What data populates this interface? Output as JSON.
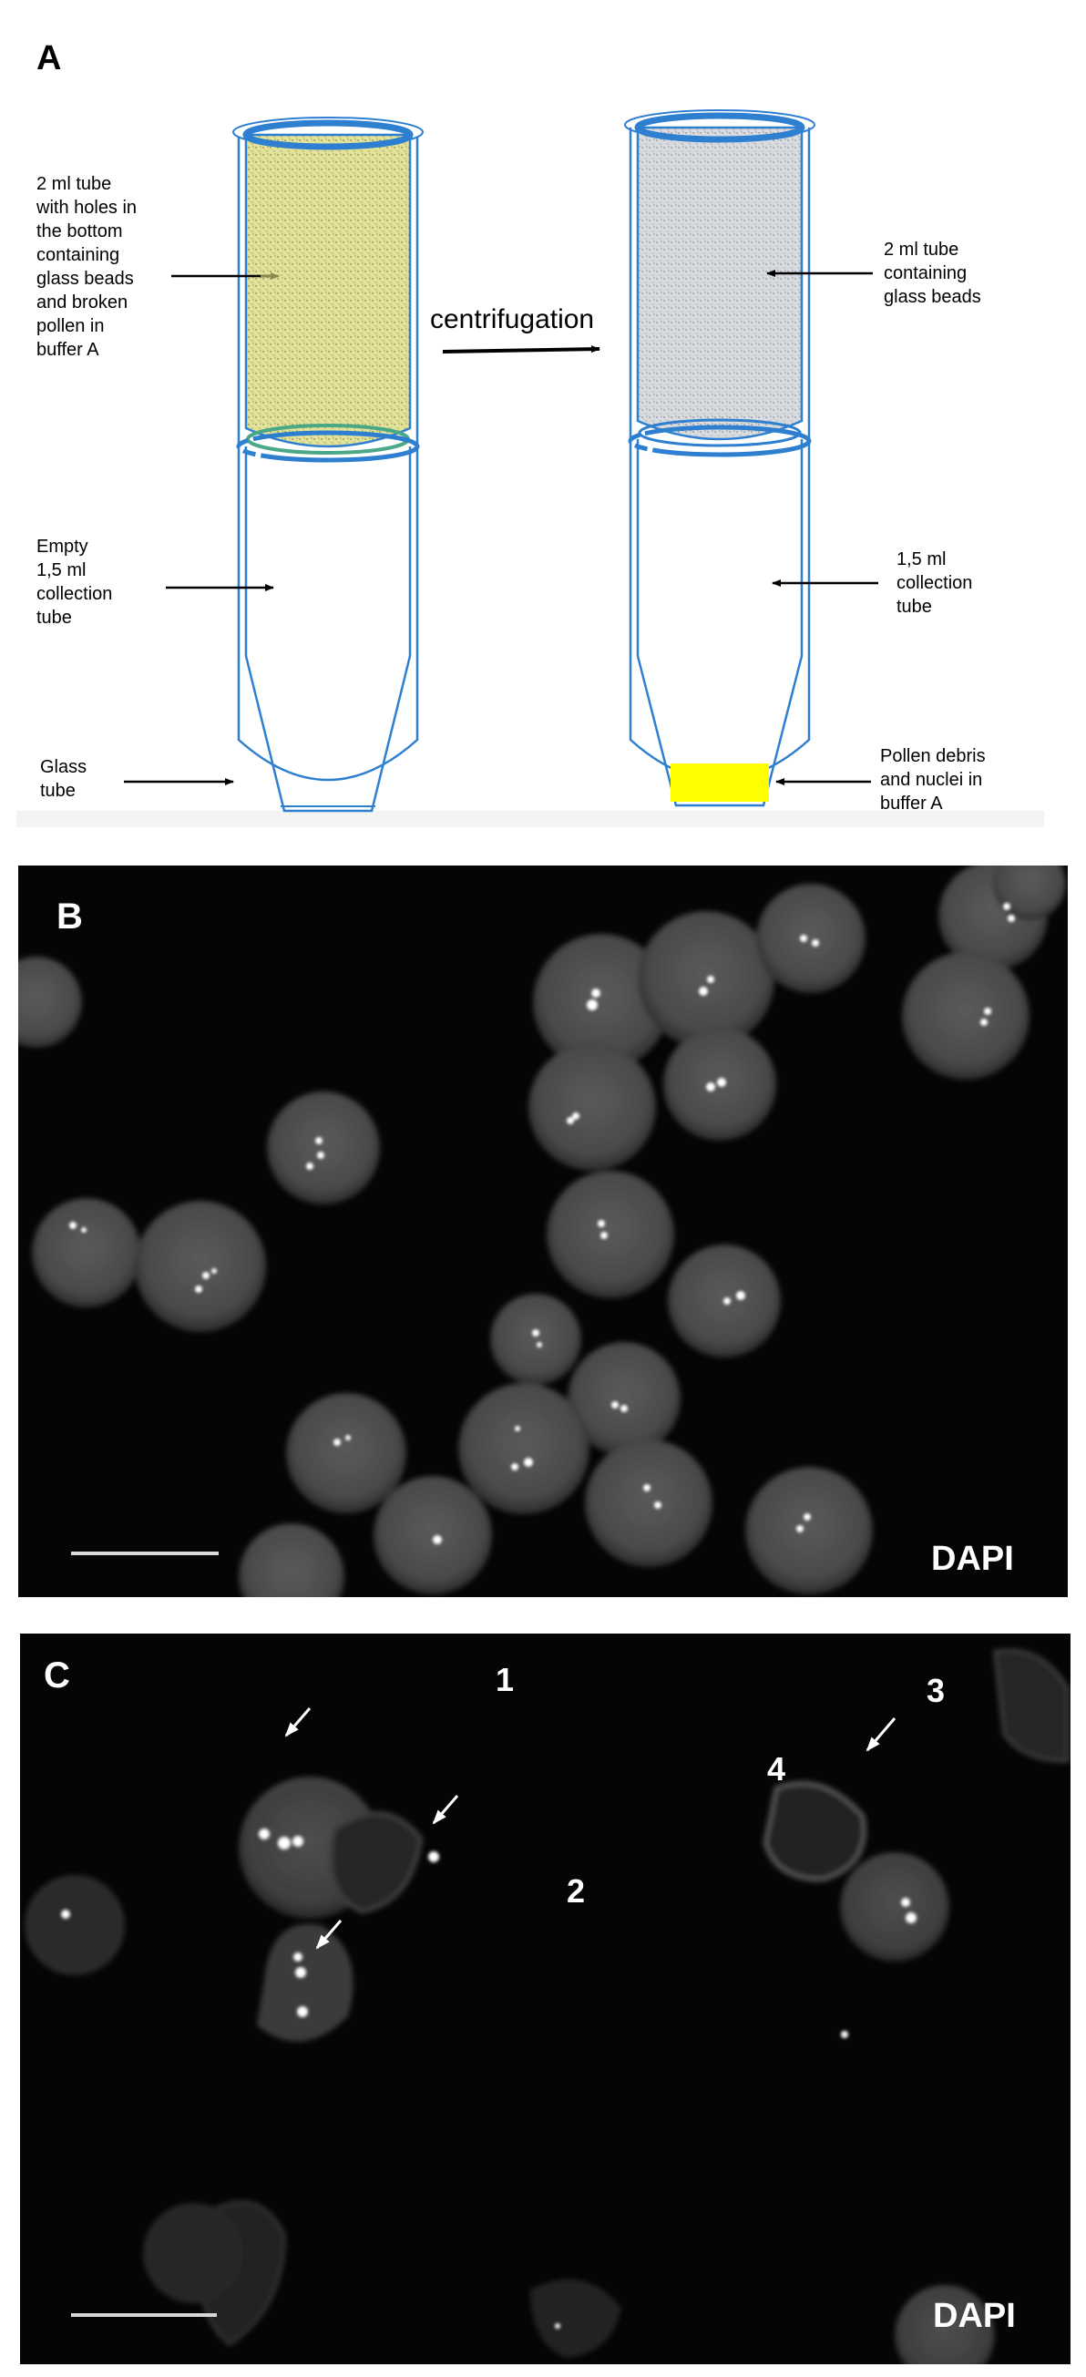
{
  "panel_a": {
    "letter": "A",
    "left_tube_label": [
      "2 ml tube",
      "with holes in",
      "the bottom",
      "containing",
      "glass beads",
      "and broken",
      "pollen in",
      "buffer A"
    ],
    "collection_label_left": [
      "Empty",
      "1,5 ml",
      "collection",
      "tube"
    ],
    "glass_tube_label": [
      "Glass",
      "tube"
    ],
    "arrow_label": "centrifugation",
    "right_tube_label": [
      "2 ml tube",
      "containing",
      "glass beads"
    ],
    "collection_label_right": [
      "1,5 ml",
      "collection",
      "tube"
    ],
    "debris_label": [
      "Pollen debris",
      "and nuclei in",
      "buffer A"
    ],
    "colors": {
      "tube_outline": "#2f7fd1",
      "pollen_fill": "#e3e29a",
      "beads_fill": "#d5d8dc",
      "debris_fill": "#ffff00"
    }
  },
  "panel_b": {
    "letter": "B",
    "stain": "DAPI"
  },
  "panel_c": {
    "letter": "C",
    "stain": "DAPI",
    "markers": [
      "1",
      "2",
      "3",
      "4"
    ]
  }
}
